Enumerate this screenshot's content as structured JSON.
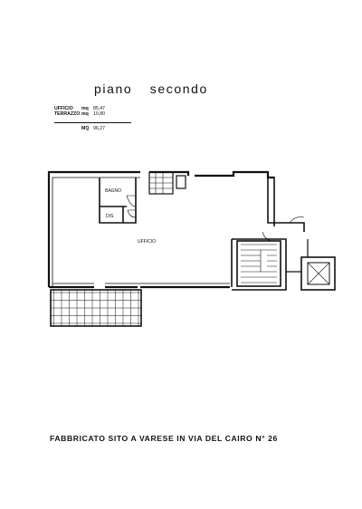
{
  "sheet": {
    "title": "piano  secondo",
    "areas": [
      {
        "label": "UFFICIO",
        "unit": "mq",
        "value": "85,47"
      },
      {
        "label": "TERRAZZO",
        "unit": "mq",
        "value": "10,80"
      }
    ],
    "total": {
      "unit": "MQ",
      "value": "96,27"
    },
    "footer": "FABBRICATO SITO A VARESE IN VIA DEL CAIRO N° 26"
  },
  "plan": {
    "rooms": {
      "bagno": "BAGNO",
      "dis": "DIS",
      "ufficio": "UFFICIO"
    }
  }
}
